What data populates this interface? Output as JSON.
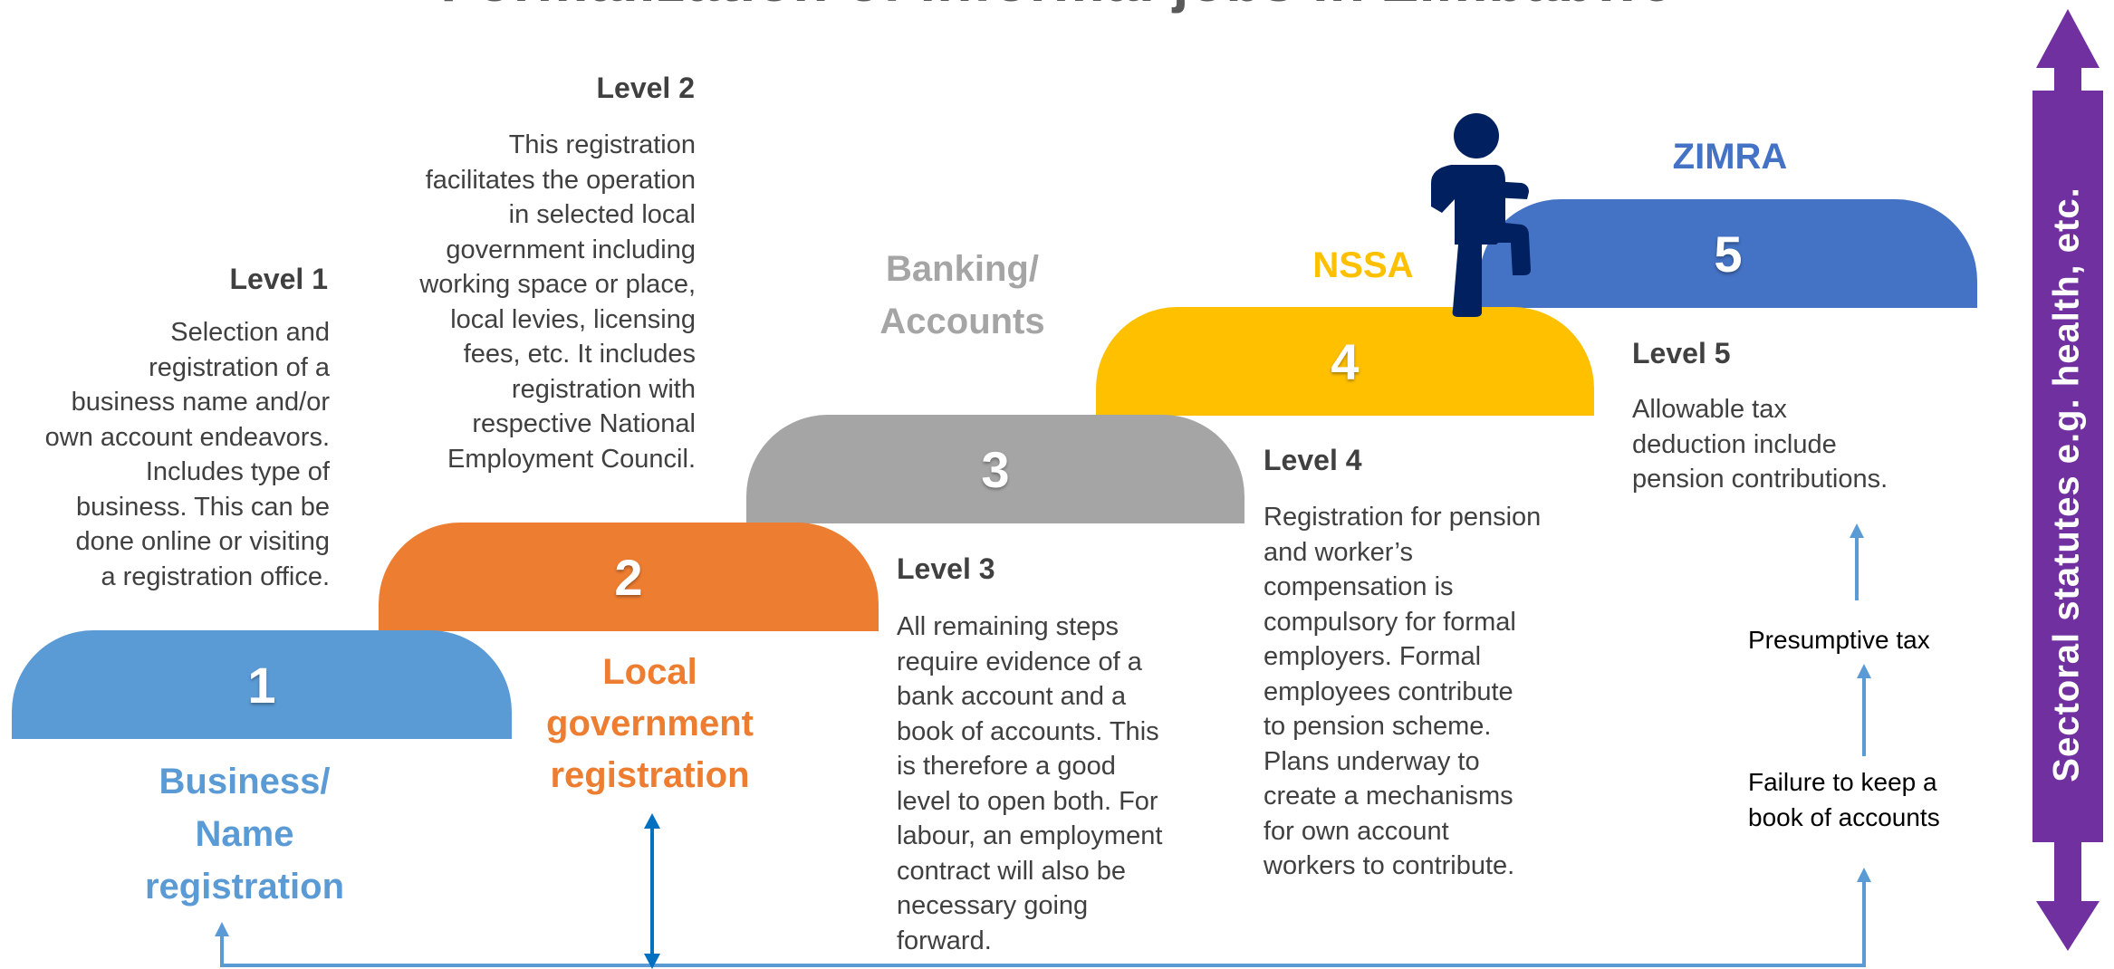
{
  "title": "Formalization of informal jobs in Zimbabwe",
  "steps": [
    {
      "number": "1",
      "color": "#5B9BD5"
    },
    {
      "number": "2",
      "color": "#ED7D31"
    },
    {
      "number": "3",
      "color": "#A5A5A5"
    },
    {
      "number": "4",
      "color": "#FFC000"
    },
    {
      "number": "5",
      "color": "#4472C4"
    }
  ],
  "categories": {
    "business": {
      "text": "Business/\nName\nregistration",
      "color": "#5B9BD5"
    },
    "local_gov": {
      "text": "Local\ngovernment\nregistration",
      "color": "#ED7D31"
    },
    "banking": {
      "text": "Banking/\nAccounts",
      "color": "#A5A5A5"
    },
    "nssa": {
      "text": "NSSA",
      "color": "#FFC000"
    },
    "zimra": {
      "text": "ZIMRA",
      "color": "#4472C4"
    }
  },
  "levels": [
    {
      "heading": "Level 1",
      "text": "Selection and\nregistration of a\nbusiness name and/or\nown account endeavors.\nIncludes type of\nbusiness. This can be\ndone online or visiting\na registration office."
    },
    {
      "heading": "Level 2",
      "text": "This registration\nfacilitates the operation\nin selected local\ngovernment including\nworking space or place,\nlocal levies, licensing\nfees, etc. It includes\nregistration with\nrespective National\nEmployment Council."
    },
    {
      "heading": "Level 3",
      "text": "All remaining steps\nrequire evidence of a\nbank account and a\nbook of accounts. This\nis therefore a good\nlevel to open both. For\nlabour, an employment\ncontract will also be\nnecessary going\nforward."
    },
    {
      "heading": "Level 4",
      "text": "Registration for pension\nand worker’s\ncompensation is\ncompulsory for formal\nemployers. Formal\nemployees contribute\nto pension scheme.\nPlans underway to\ncreate a mechanisms\nfor own account\nworkers to contribute."
    },
    {
      "heading": "Level 5",
      "text": "Allowable tax\ndeduction include\npension contributions."
    }
  ],
  "flow": {
    "presumptive_tax": "Presumptive tax",
    "failure": "Failure to keep a\nbook of accounts"
  },
  "sidebar": {
    "label": "Sectoral statutes e.g. health, etc.",
    "color": "#7030A0"
  },
  "connector_color": "#5B9BD5",
  "person_color": "#002060"
}
